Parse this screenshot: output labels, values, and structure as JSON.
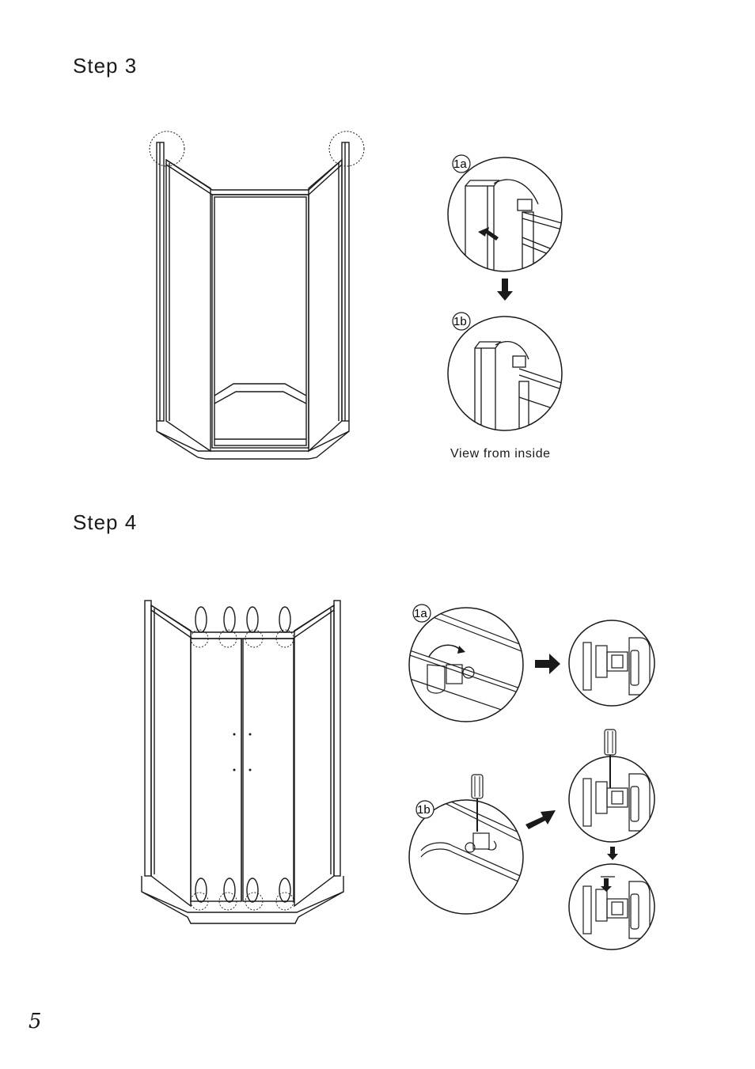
{
  "step3": {
    "title": "Step 3",
    "detail_a_label": "1a",
    "detail_b_label": "1b",
    "caption": "View from inside"
  },
  "step4": {
    "title": "Step 4",
    "detail_a_label": "1a",
    "detail_b_label": "1b"
  },
  "page_number": "5",
  "colors": {
    "line": "#1a1a1a",
    "background": "#ffffff"
  },
  "icons": [
    "arrow-down-icon",
    "arrow-right-icon",
    "screwdriver-icon",
    "rotation-arrow-icon"
  ]
}
